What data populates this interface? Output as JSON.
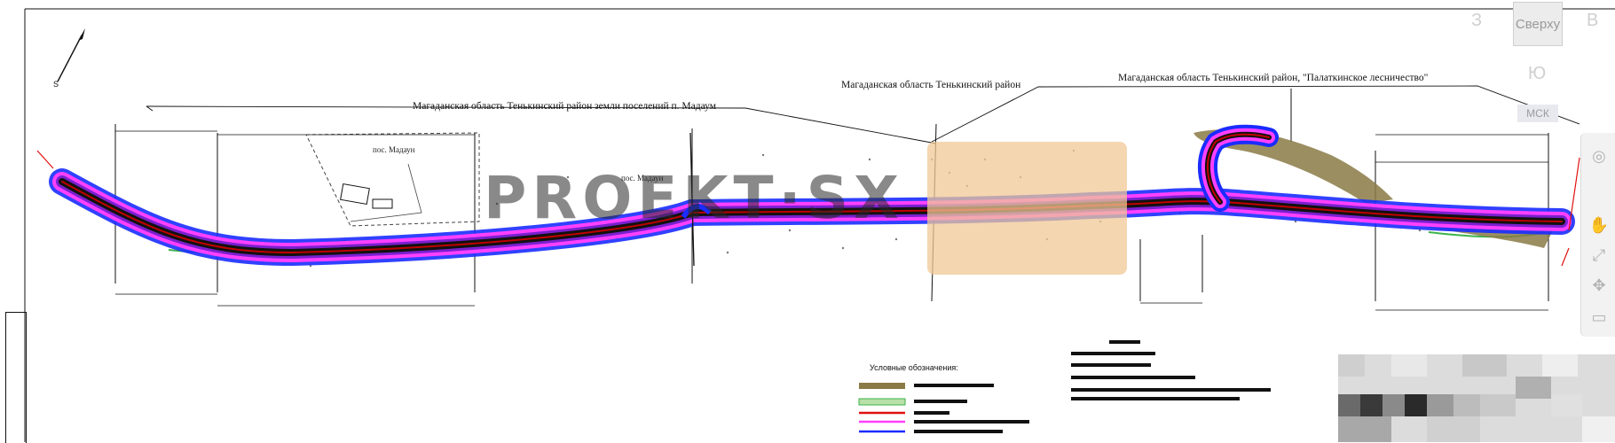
{
  "drawing": {
    "region_labels": [
      "Магаданская область Тенькинский район земли поселений п. Мадаум",
      "Магаданская область Тенькинский район",
      "Магаданская область Тенькинский район, \"Палаткинское лесничество\""
    ],
    "settlement_label": "пос. Мадаун",
    "town_label_2": "пос. Мадаун",
    "colors": {
      "road_core": "#c00000",
      "road_body": "#111111",
      "purple": "#7a20d0",
      "magenta": "#ff40ff",
      "blue": "#1a2cff",
      "green": "#3bb34a",
      "hatch": "#7a6a3a"
    }
  },
  "legend": {
    "title": "Условные обозначения:"
  },
  "watermark": {
    "text": "PROEKT·SX"
  },
  "viewcube": {
    "west": "З",
    "top": "Сверху",
    "east": "В",
    "south": "Ю",
    "ucs": "МСК"
  },
  "nav_bar": {
    "icons": [
      "steering-wheel-icon",
      "pan-hand-icon",
      "zoom-icon",
      "orbit-icon",
      "showmotion-icon"
    ]
  }
}
